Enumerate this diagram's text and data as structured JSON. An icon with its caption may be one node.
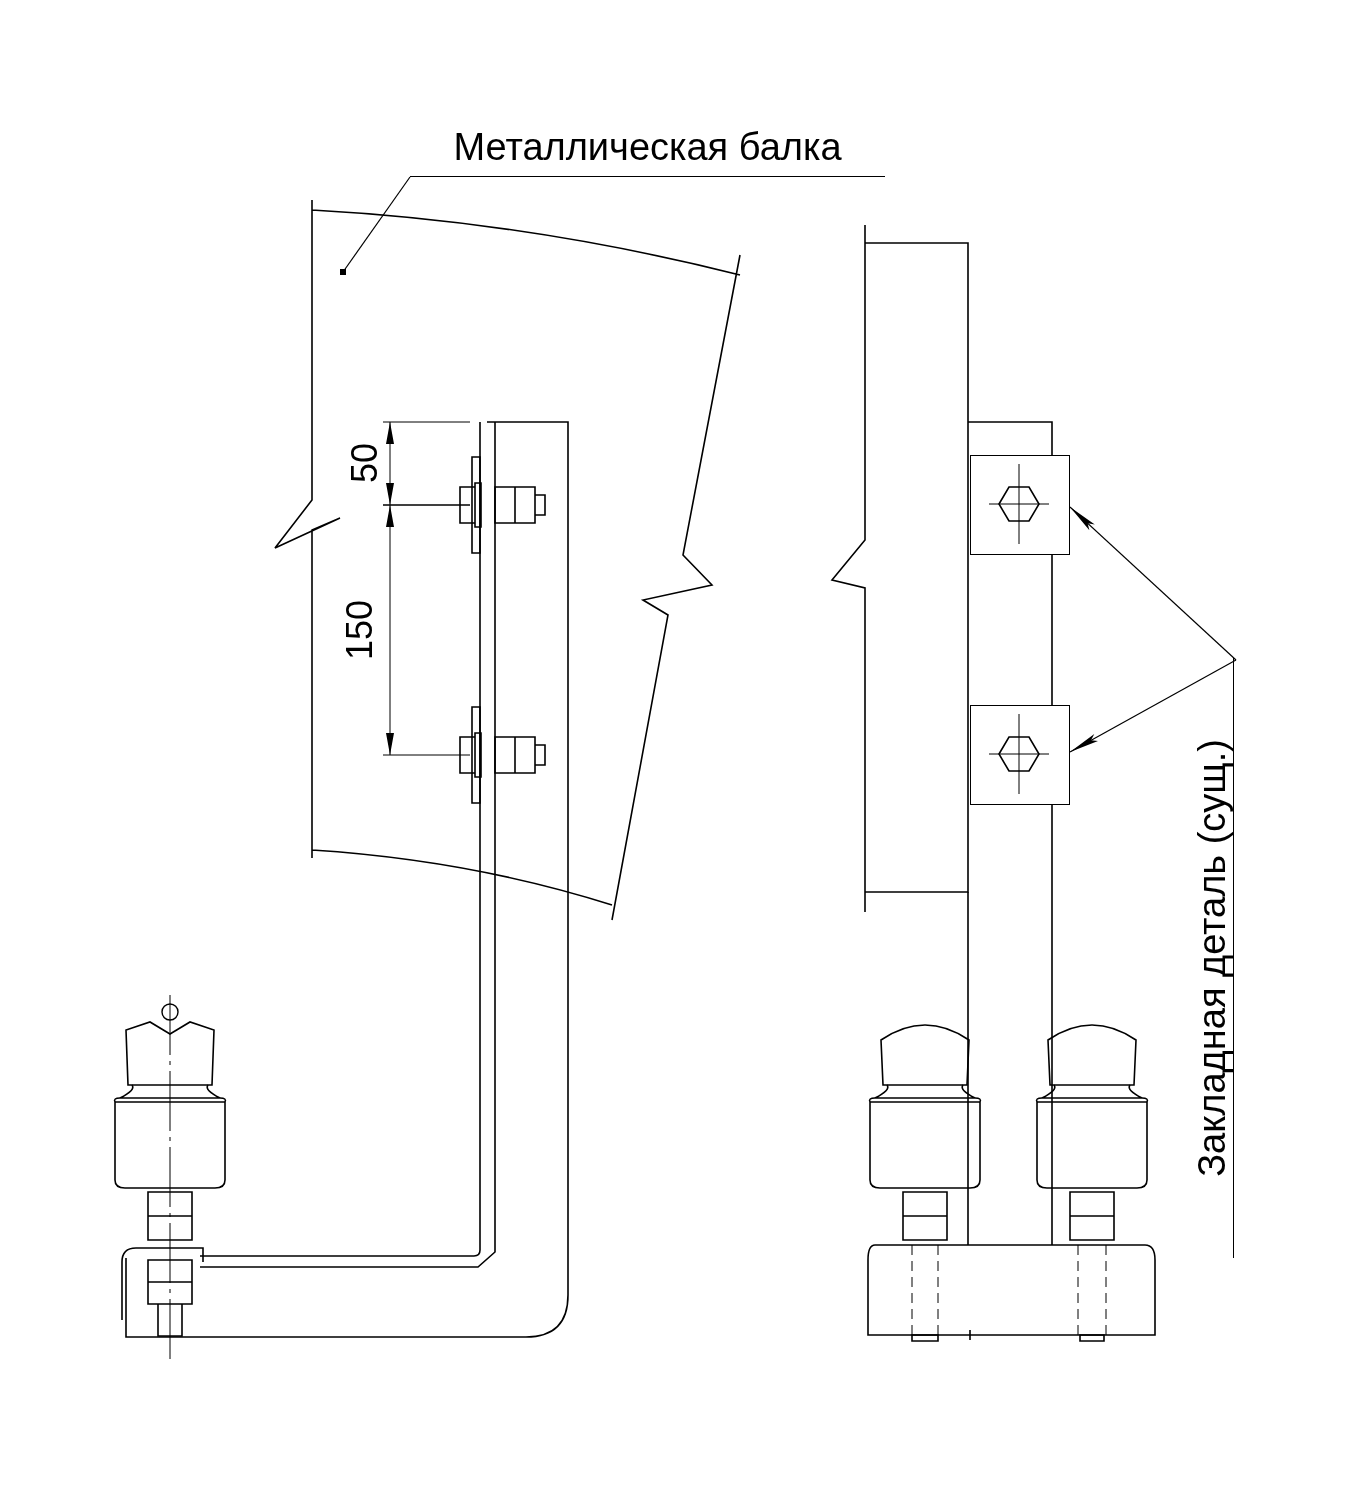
{
  "diagram": {
    "nodes": [
      {
        "text": [
          "Металлическая балка"
        ]
      },
      {
        "text": [],
        "shape": "picture"
      },
      {
        "text": [
          "Закладная деталь (сущ.)"
        ]
      },
      {
        "text": [],
        "shape": "box"
      },
      {
        "text": [],
        "shape": "box"
      }
    ],
    "edges": [
      {
        "from": 0,
        "to": 1,
        "arrow": "other"
      },
      {
        "from": 2,
        "to": 3,
        "arrow": "to"
      },
      {
        "from": 2,
        "to": 4,
        "arrow": "to"
      }
    ],
    "labels": [
      "50",
      "150"
    ]
  }
}
